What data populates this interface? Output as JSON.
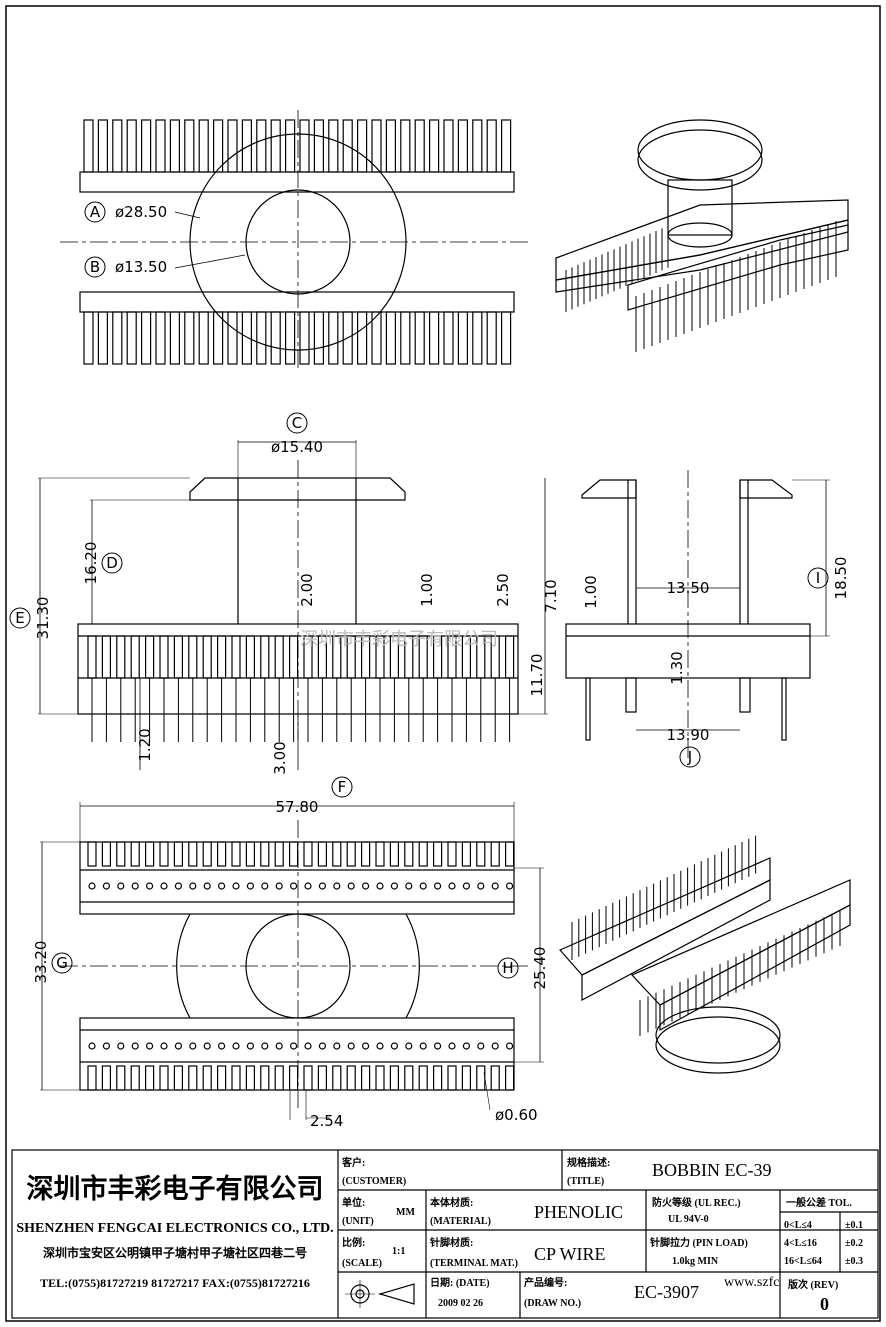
{
  "dimensions": {
    "dia_a": "ø28.50",
    "dia_b": "ø13.50",
    "dia_c": "ø15.40",
    "h_16_20": "16.20",
    "h_31_30": "31.30",
    "h_2_00": "2.00",
    "h_1_00_left": "1.00",
    "h_2_50": "2.50",
    "h_7_10": "7.10",
    "h_11_70": "11.70",
    "h_1_00_right": "1.00",
    "w_13_50": "13.50",
    "h_18_50": "18.50",
    "h_1_30": "1.30",
    "w_13_90": "13.90",
    "h_1_20": "1.20",
    "h_3_00": "3.00",
    "w_57_80": "57.80",
    "h_33_20": "33.20",
    "h_25_40": "25.40",
    "pitch_2_54": "2.54",
    "pin_dia": "ø0.60"
  },
  "markers": [
    "A",
    "B",
    "C",
    "D",
    "E",
    "F",
    "G",
    "H",
    "I",
    "J"
  ],
  "watermark": "深圳市丰彩电子有限公司",
  "title_block": {
    "company_cn": "深圳市丰彩电子有限公司",
    "company_en": "SHENZHEN FENGCAI ELECTRONICS CO., LTD.",
    "address": "深圳市宝安区公明镇甲子塘村甲子塘社区四巷二号",
    "tel_fax": "TEL:(0755)81727219  81727217    FAX:(0755)81727216",
    "customer_label": "客户:",
    "customer_label_en": "(CUSTOMER)",
    "title_label": "规格描述:",
    "title_label_en": "(TITLE)",
    "title_value": "BOBBIN EC-39",
    "unit_label": "单位:",
    "unit_label_en": "(UNIT)",
    "unit_value": "MM",
    "material_label": "本体材质:",
    "material_label_en": "(MATERIAL)",
    "material_value": "PHENOLIC",
    "ul_label": "防火等级 (UL REC.)",
    "ul_value": "UL 94V-0",
    "tol_label": "一般公差 TOL.",
    "tol_rows": [
      {
        "range": "0<L≤4",
        "value": "±0.1"
      },
      {
        "range": "4<L≤16",
        "value": "±0.2"
      },
      {
        "range": "16<L≤64",
        "value": "±0.3"
      }
    ],
    "scale_label": "比例:",
    "scale_label_en": "(SCALE)",
    "scale_value": "1:1",
    "terminal_label": "针脚材质:",
    "terminal_label_en": "(TERMINAL MAT.)",
    "terminal_value": "CP WIRE",
    "pin_load_label": "针脚拉力 (PIN LOAD)",
    "pin_load_value": "1.0kg MIN",
    "date_label": "日期: (DATE)",
    "date_value": "2009 02 26",
    "drawno_label": "产品编号:",
    "drawno_label_en": "(DRAW NO.)",
    "drawno_value": "EC-3907",
    "rev_label": "版次 (REV)",
    "rev_value": "0",
    "website": "www.szfc"
  }
}
